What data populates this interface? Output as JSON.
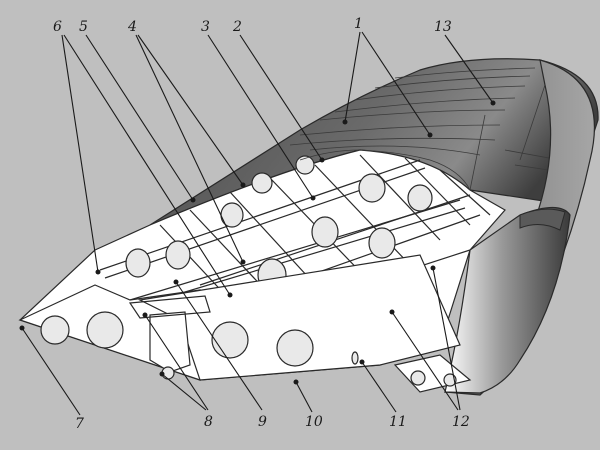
{
  "colors": {
    "background": "#bfbfbf",
    "skin_dark": "#5a5a5a",
    "skin_light": "#b0b0b0",
    "structure": "#ffffff",
    "ink": "#1a1a1a"
  },
  "callouts": [
    {
      "id": "1",
      "label": "1"
    },
    {
      "id": "2",
      "label": "2"
    },
    {
      "id": "3",
      "label": "3"
    },
    {
      "id": "4",
      "label": "4"
    },
    {
      "id": "5",
      "label": "5"
    },
    {
      "id": "6",
      "label": "6"
    },
    {
      "id": "7",
      "label": "7"
    },
    {
      "id": "8",
      "label": "8"
    },
    {
      "id": "9",
      "label": "9"
    },
    {
      "id": "10",
      "label": "10"
    },
    {
      "id": "11",
      "label": "11"
    },
    {
      "id": "12",
      "label": "12"
    },
    {
      "id": "13",
      "label": "13"
    }
  ]
}
